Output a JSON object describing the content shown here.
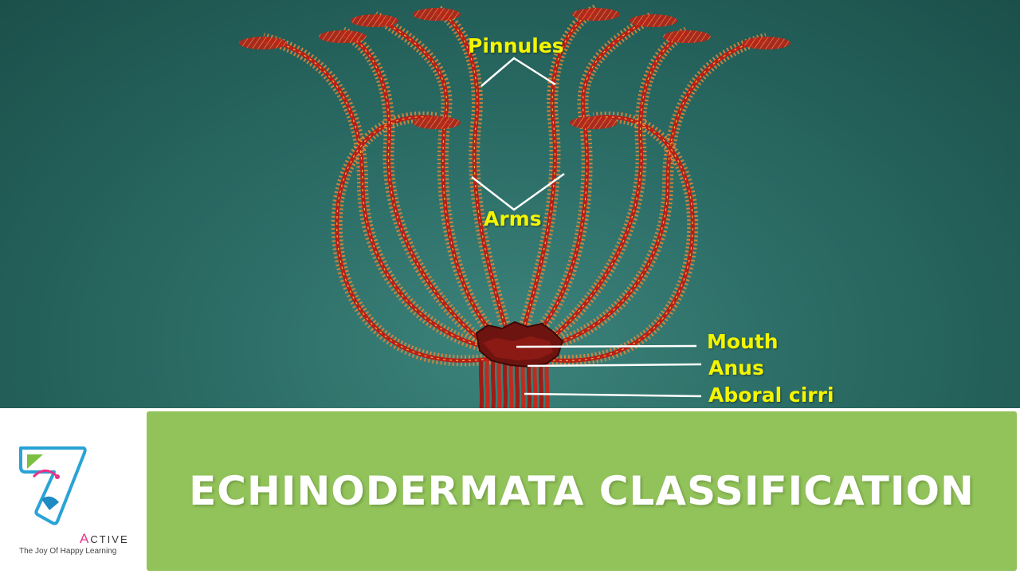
{
  "diagram": {
    "labels": {
      "pinnules": "Pinnules",
      "arms": "Arms",
      "mouth": "Mouth",
      "anus": "Anus",
      "aboral_cirri": "Aboral cirri"
    },
    "colors": {
      "background": "#2a6b64",
      "arm": "#c0261c",
      "pinnule_highlight": "#f2a83a",
      "label": "#f3f500",
      "pointer_line": "#ffffff"
    }
  },
  "banner": {
    "title": "ECHINODERMATA CLASSIFICATION",
    "color": "#92c35a"
  },
  "logo": {
    "first_letter": "A",
    "rest": "CTIVE",
    "tagline": "The Joy Of Happy Learning",
    "icon": "seven-logo-icon"
  }
}
